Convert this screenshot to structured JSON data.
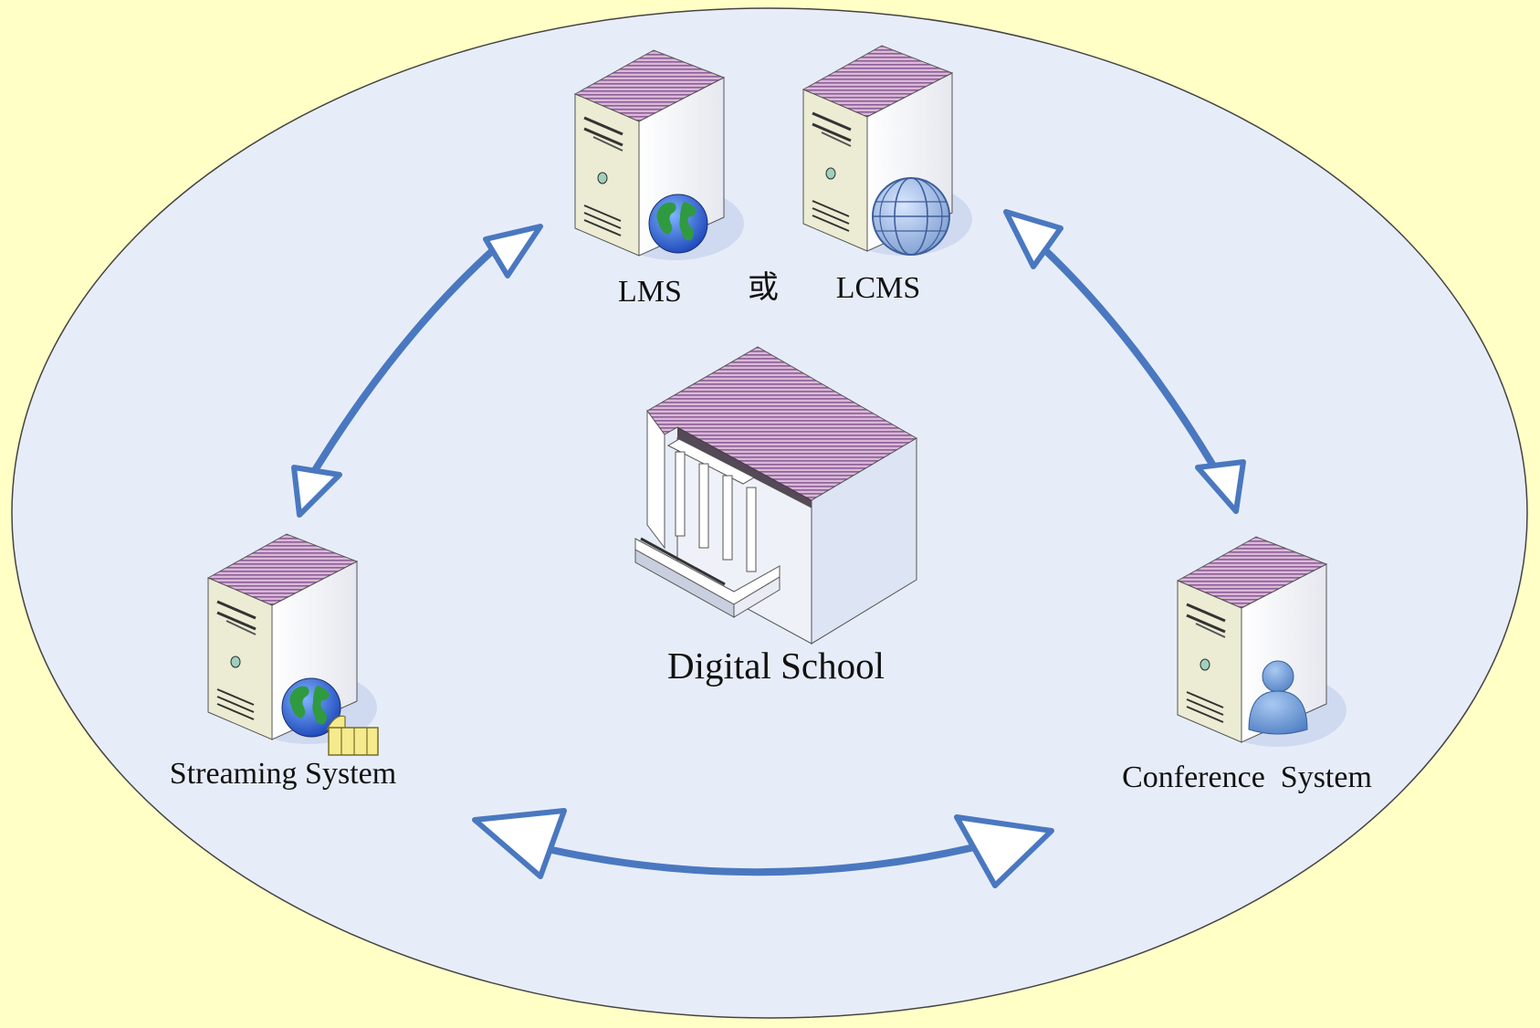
{
  "colors": {
    "page_background": "#ffffc6",
    "ellipse_fill": "#e7edf8",
    "ellipse_stroke": "#444444",
    "arrow": "#4a78c0",
    "arrowhead_fill": "#ffffff",
    "server_front": "#e9ead0",
    "server_side": "#ffffff",
    "roof_stripes": "#8e5d9a",
    "building_wall": "#dde4f4"
  },
  "nodes": {
    "lms": {
      "label": "LMS",
      "icon": "server-globe-icon"
    },
    "separator": {
      "label": "或"
    },
    "lcms": {
      "label": "LCMS",
      "icon": "server-wireframe-globe-icon"
    },
    "school": {
      "label": "Digital School",
      "icon": "school-building-icon"
    },
    "streaming": {
      "label": "Streaming System",
      "icon": "server-globe-film-icon"
    },
    "conference": {
      "label": "Conference  System",
      "icon": "server-user-icon"
    }
  },
  "edges": [
    {
      "from": "lms",
      "to": "streaming",
      "type": "bidirectional"
    },
    {
      "from": "lcms",
      "to": "conference",
      "type": "bidirectional"
    },
    {
      "from": "streaming",
      "to": "conference",
      "type": "bidirectional"
    }
  ]
}
